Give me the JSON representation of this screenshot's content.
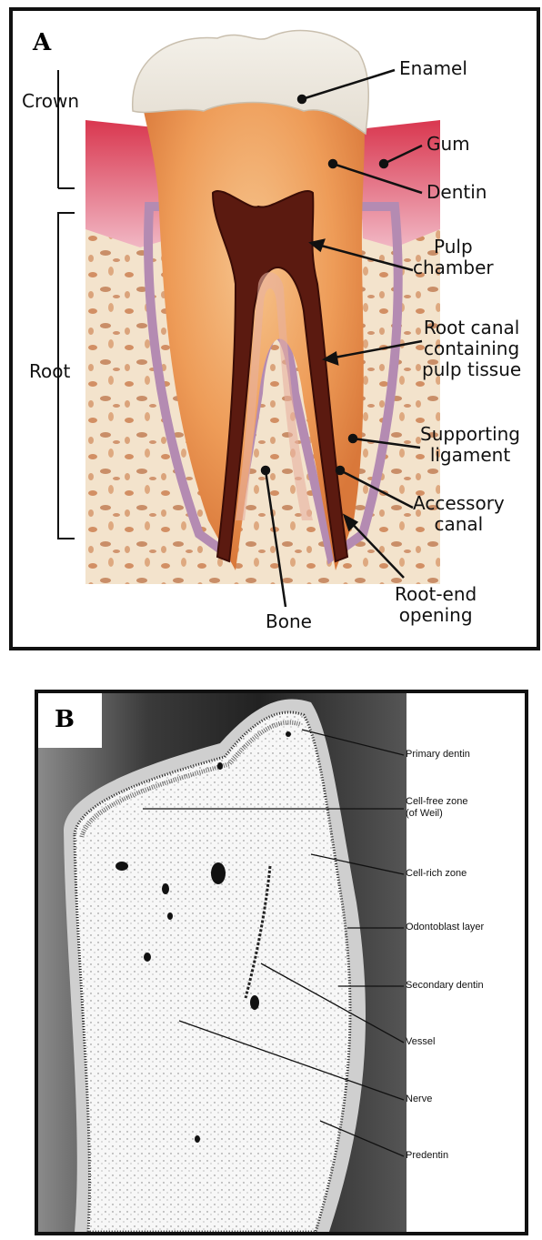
{
  "panel_a": {
    "letter": "A",
    "labels": {
      "crown": "Crown",
      "root": "Root",
      "enamel": "Enamel",
      "gum": "Gum",
      "dentin": "Dentin",
      "pulp_chamber": "Pulp\nchamber",
      "root_canal": "Root canal\ncontaining\npulp tissue",
      "supporting_ligament": "Supporting\nligament",
      "accessory_canal": "Accessory\ncanal",
      "root_end_opening": "Root-end\nopening",
      "bone": "Bone"
    }
  },
  "panel_b": {
    "letter": "B",
    "labels": {
      "primary_dentin": "Primary dentin",
      "cell_free_zone": "Cell-free zone\n(of Weil)",
      "cell_rich_zone": "Cell-rich zone",
      "odontoblast_layer": "Odontoblast layer",
      "secondary_dentin": "Secondary dentin",
      "vessel": "Vessel",
      "nerve": "Nerve",
      "predentin": "Predentin"
    }
  }
}
